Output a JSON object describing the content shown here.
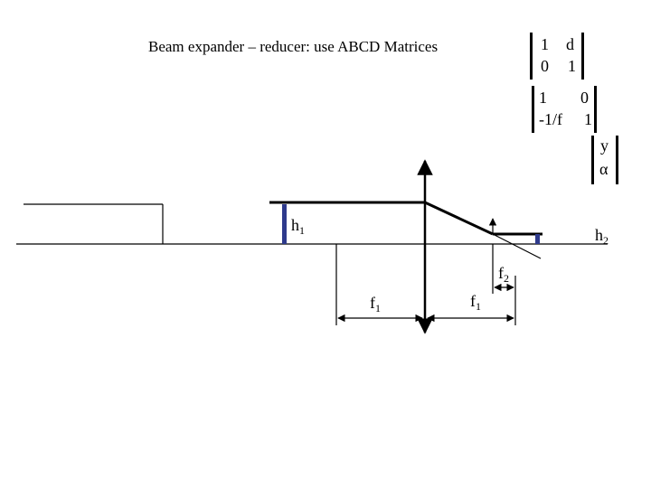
{
  "title": "Beam expander – reducer: use ABCD Matrices",
  "matrices": {
    "propagation": {
      "a": "1",
      "b": "d",
      "c": "0",
      "d": "1"
    },
    "thin_lens": {
      "a": "1",
      "b": "0",
      "c": "-1/f",
      "d": "1"
    }
  },
  "ray_vector": {
    "top": "y",
    "bottom": "α"
  },
  "labels": {
    "h1": {
      "base": "h",
      "sub": "1"
    },
    "h2": {
      "base": "h",
      "sub": "2"
    },
    "f1_left": {
      "base": "f",
      "sub": "1"
    },
    "f1_right": {
      "base": "f",
      "sub": "1"
    },
    "f2": {
      "base": "f",
      "sub": "2"
    }
  },
  "colors": {
    "line": "#000000",
    "beam_marker": "#2e3a8c",
    "background": "#ffffff"
  }
}
